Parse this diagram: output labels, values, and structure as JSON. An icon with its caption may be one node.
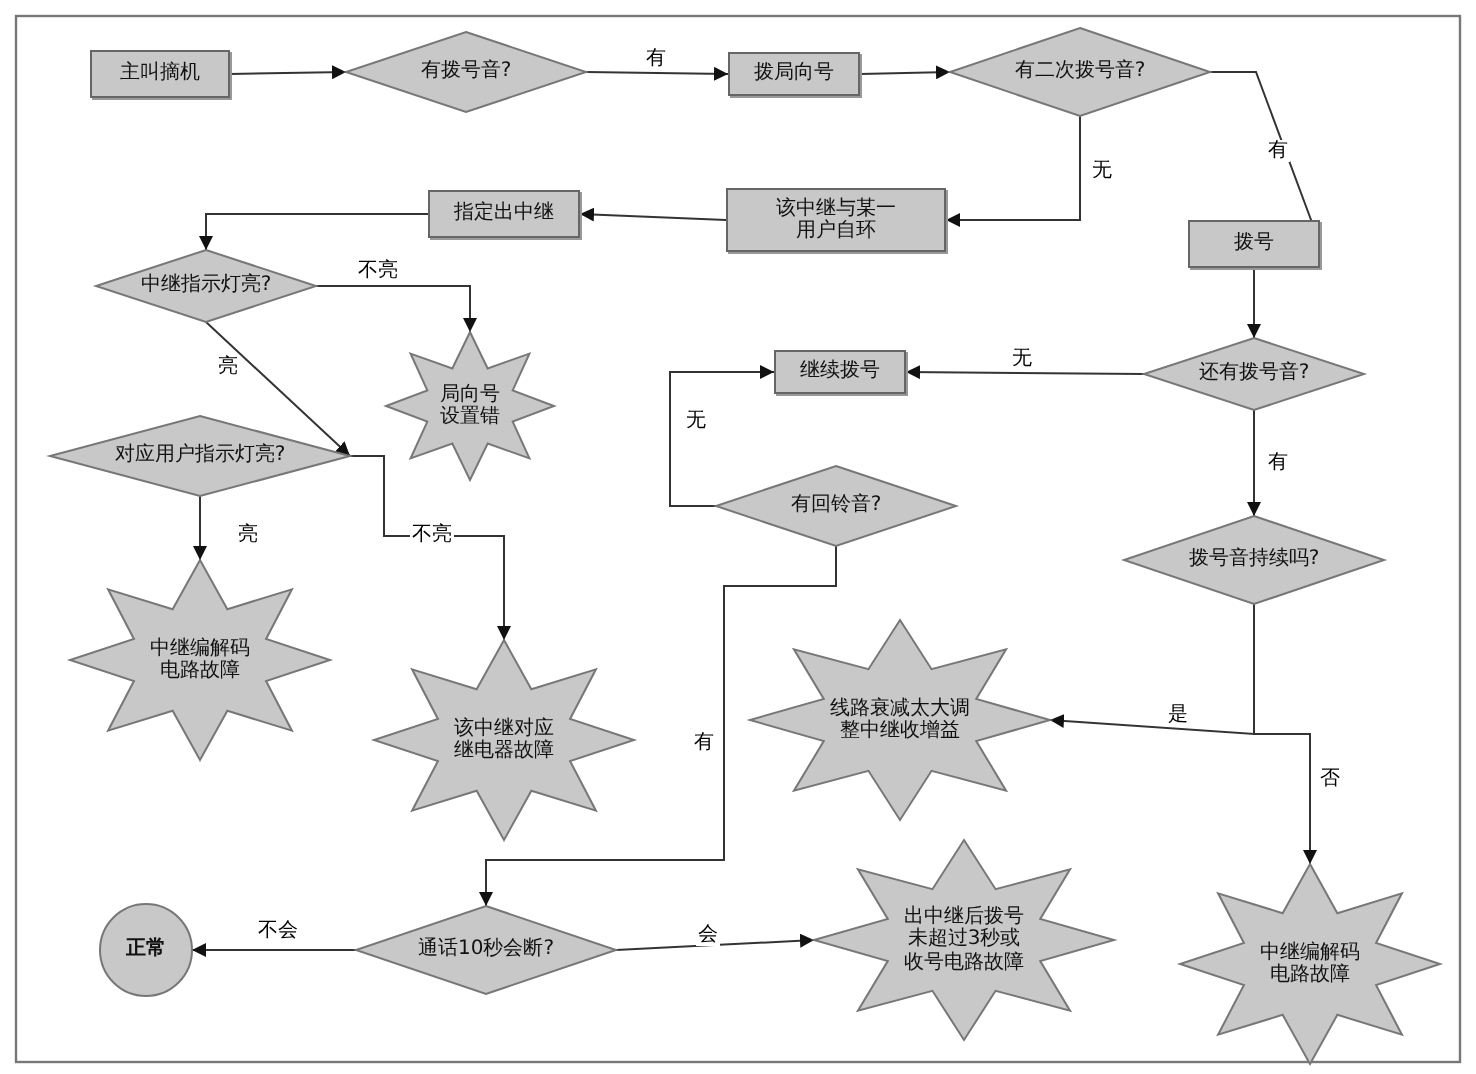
{
  "diagram": {
    "nodes": [
      {
        "text": [
          "主叫摘机"
        ]
      },
      {
        "text": [
          "有拨号音?"
        ]
      },
      {
        "text": [
          "拨局向号"
        ]
      },
      {
        "text": [
          "有二次拨号音?"
        ]
      },
      {
        "text": [
          "拨号"
        ]
      },
      {
        "text": [
          "该中继与某一用户自环"
        ]
      },
      {
        "text": [
          "指定出中继"
        ]
      },
      {
        "text": [
          "中继指示灯亮?"
        ]
      },
      {
        "text": [
          "局向号设置错"
        ]
      },
      {
        "text": [
          "对应用户指示灯亮?"
        ]
      },
      {
        "text": [
          "中继编解码电路故障"
        ]
      },
      {
        "text": [
          "该中继对应继电器故障"
        ]
      },
      {
        "text": [
          "还有拨号音?"
        ]
      },
      {
        "text": [
          "继续拨号"
        ]
      },
      {
        "text": [
          "有回铃音?"
        ]
      },
      {
        "text": [
          "拨号音持续吗?"
        ]
      },
      {
        "text": [
          "线路衰减太大调整中继收增益"
        ]
      },
      {
        "text": [
          "通话10秒会断?"
        ]
      },
      {
        "text": [
          "正常"
        ]
      },
      {
        "text": [
          "出中继后拨号未超过3秒或收号电路故障"
        ]
      },
      {
        "text": [
          "中继编解码电路故障"
        ]
      }
    ],
    "edges": [
      {
        "from": 0,
        "to": 1,
        "arrow": "to"
      },
      {
        "from": 1,
        "to": 2,
        "arrow": "to",
        "label": "有"
      },
      {
        "from": 2,
        "to": 3,
        "arrow": "to"
      },
      {
        "from": 3,
        "to": 4,
        "arrow": "to",
        "label": "有"
      },
      {
        "from": 3,
        "to": 5,
        "arrow": "to",
        "label": "无"
      },
      {
        "from": 5,
        "to": 6,
        "arrow": "to"
      },
      {
        "from": 6,
        "to": 7,
        "arrow": "to"
      },
      {
        "from": 7,
        "to": 8,
        "arrow": "to",
        "label": "不亮"
      },
      {
        "from": 7,
        "to": 9,
        "arrow": "to",
        "label": "亮"
      },
      {
        "from": 9,
        "to": 10,
        "arrow": "to",
        "label": "亮"
      },
      {
        "from": 9,
        "to": 11,
        "arrow": "to",
        "label": "不亮"
      },
      {
        "from": 4,
        "to": 12,
        "arrow": "to"
      },
      {
        "from": 12,
        "to": 13,
        "arrow": "to",
        "label": "无"
      },
      {
        "from": 12,
        "to": 15,
        "arrow": "to",
        "label": "有"
      },
      {
        "from": 14,
        "to": 13,
        "arrow": "to",
        "label": "无"
      },
      {
        "from": 14,
        "to": 17,
        "arrow": "to",
        "label": "有"
      },
      {
        "from": 15,
        "to": 16,
        "arrow": "to",
        "label": "是"
      },
      {
        "from": 15,
        "to": 20,
        "arrow": "to",
        "label": "否"
      },
      {
        "from": 17,
        "to": 18,
        "arrow": "to",
        "label": "不会"
      },
      {
        "from": 17,
        "to": 19,
        "arrow": "to",
        "label": "会"
      }
    ]
  }
}
